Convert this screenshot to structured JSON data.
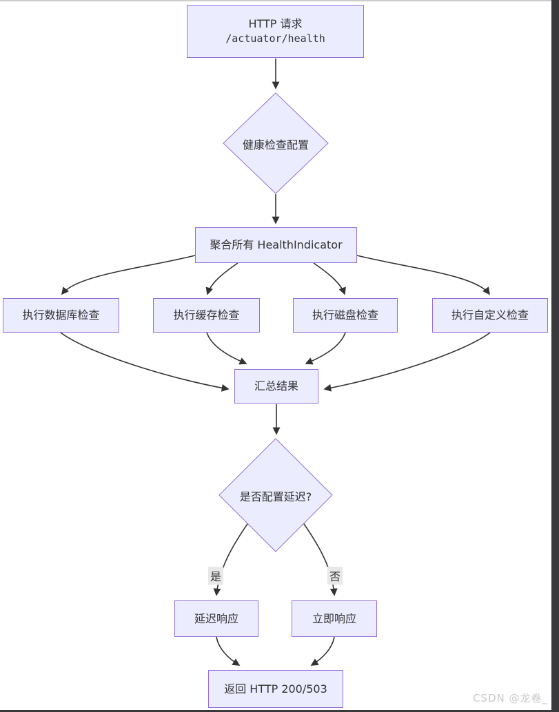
{
  "diagram": {
    "nodes": {
      "http_request": {
        "line1": "HTTP 请求",
        "line2": "/actuator/health"
      },
      "health_config": {
        "label": "健康检查配置"
      },
      "aggregate": {
        "label": "聚合所有 HealthIndicator"
      },
      "db_check": {
        "label": "执行数据库检查"
      },
      "cache_check": {
        "label": "执行缓存检查"
      },
      "disk_check": {
        "label": "执行磁盘检查"
      },
      "custom_check": {
        "label": "执行自定义检查"
      },
      "summary": {
        "label": "汇总结果"
      },
      "delay_decision": {
        "label": "是否配置延迟?"
      },
      "delayed_response": {
        "label": "延迟响应"
      },
      "immediate_response": {
        "label": "立即响应"
      },
      "return_http": {
        "label": "返回 HTTP 200/503"
      }
    },
    "edge_labels": {
      "yes": "是",
      "no": "否"
    },
    "colors": {
      "node_fill": "#ECECFF",
      "node_border": "#9370DB",
      "edge_stroke": "#333333",
      "text": "#333333",
      "edge_label_bg": "#e8e8e8"
    }
  },
  "watermark": {
    "text": "CSDN @龙卷_"
  }
}
